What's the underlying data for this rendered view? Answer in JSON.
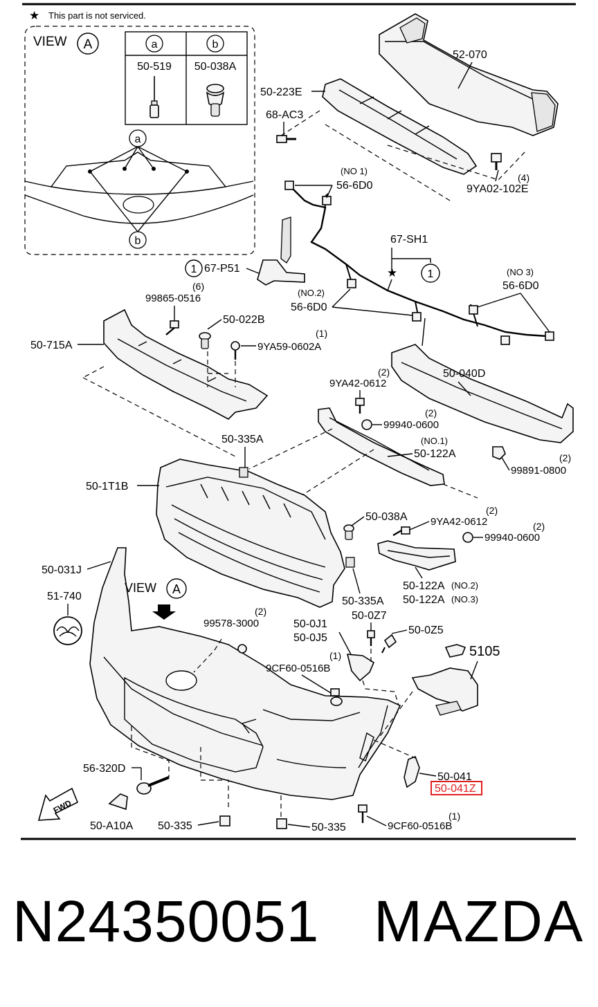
{
  "legend": {
    "star": "★",
    "text": "This part is not serviced."
  },
  "view_a": {
    "title": "VIEW",
    "letter": "A",
    "columns": [
      {
        "letter": "a",
        "part": "50-519"
      },
      {
        "letter": "b",
        "part": "50-038A"
      }
    ],
    "callouts": [
      "a",
      "b"
    ]
  },
  "view_a_front": {
    "title": "VIEW",
    "letter": "A"
  },
  "labels": {
    "p52070": "52-070",
    "p50223E": "50-223E",
    "p68AC3": "68-AC3",
    "p9YA02": "9YA02-102E",
    "p9YA02_qty": "(4)",
    "no1": "(NO 1)",
    "p566D0_1": "56-6D0",
    "p67SH1": "67-SH1",
    "p67SH1_circle": "1",
    "p67P51": "67-P51",
    "p67P51_circle": "1",
    "no2": "(NO.2)",
    "p566D0_2": "56-6D0",
    "no3": "(NO 3)",
    "p566D0_3": "56-6D0",
    "p99865_qty": "(6)",
    "p99865": "99865-0516",
    "p50022B": "50-022B",
    "p9YA59_qty": "(1)",
    "p9YA59": "9YA59-0602A",
    "p50715A": "50-715A",
    "p9YA42a_qty": "(2)",
    "p9YA42a": "9YA42-0612",
    "p50040D": "50-040D",
    "p99940a_qty": "(2)",
    "p99940a": "99940-0600",
    "no1b": "(NO.1)",
    "p50122A": "50-122A",
    "p50335A": "50-335A",
    "p99891_qty": "(2)",
    "p99891": "99891-0800",
    "p501T1B": "50-1T1B",
    "p50038A": "50-038A",
    "p9YA42b_qty": "(2)",
    "p9YA42b": "9YA42-0612",
    "p99940b_qty": "(2)",
    "p99940b": "99940-0600",
    "p50031J": "50-031J",
    "p50122A_2": "50-122A",
    "p50122A_2_no": "(NO.2)",
    "p50122A_3": "50-122A",
    "p50122A_3_no": "(NO.3)",
    "p51740": "51-740",
    "p50335A_b": "50-335A",
    "p99578_qty": "(2)",
    "p99578": "99578-3000",
    "p500J1": "50-0J1",
    "p500J5": "50-0J5",
    "p500Z7": "50-0Z7",
    "p500Z5": "50-0Z5",
    "p9CF60a_qty": "(1)",
    "p9CF60a": "9CF60-0516B",
    "p5105": "5105",
    "p56320D": "56-320D",
    "p50041": "50-041",
    "p50041Z": "50-041Z",
    "p50A10A": "50-A10A",
    "p50335a": "50-335",
    "p50335b": "50-335",
    "p9CF60b_qty": "(1)",
    "p9CF60b": "9CF60-0516B",
    "fwd": "FWD"
  },
  "highlight": {
    "part": "50-041Z",
    "color": "#e02020"
  },
  "footer": {
    "part_number": "N24350051",
    "brand": "MAZDA"
  }
}
